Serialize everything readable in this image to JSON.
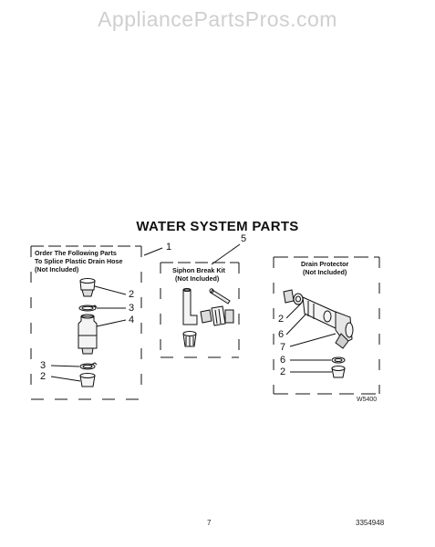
{
  "watermark": "AppliancePartsPros.com",
  "title": "WATER SYSTEM PARTS",
  "left_box": {
    "label_line1": "Order The Following Parts",
    "label_line2": "To Splice Plastic Drain Hose",
    "label_line3": "(Not Included)"
  },
  "middle_box": {
    "label_line1": "Siphon Break Kit",
    "label_line2": "(Not Included)"
  },
  "right_box": {
    "label_line1": "Drain Protector",
    "label_line2": "(Not Included)"
  },
  "callouts": {
    "c1": "1",
    "c5": "5",
    "left_2a": "2",
    "left_3a": "3",
    "left_4": "4",
    "left_3b": "3",
    "left_2b": "2",
    "right_2a": "2",
    "right_6a": "6",
    "right_7": "7",
    "right_6b": "6",
    "right_2b": "2"
  },
  "figure_code": "W5400",
  "page_number": "7",
  "doc_number": "3354948"
}
